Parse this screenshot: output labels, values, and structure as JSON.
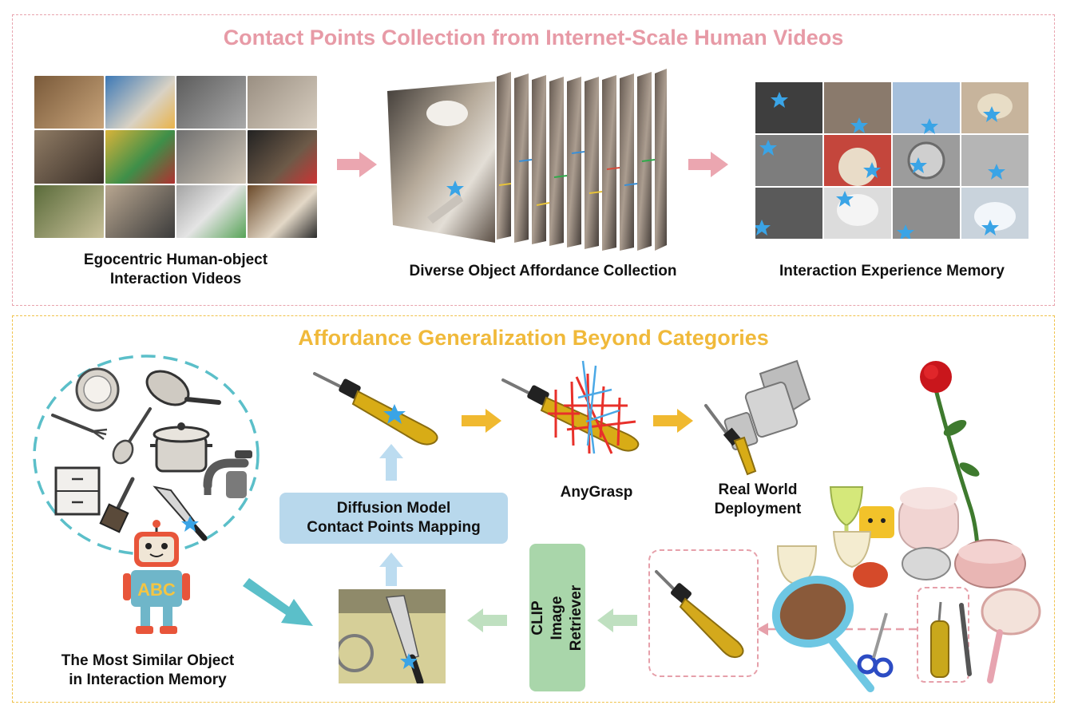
{
  "top_section": {
    "title": "Contact Points Collection from Internet-Scale Human Videos",
    "captions": {
      "videos": "Egocentric Human-object\nInteraction Videos",
      "affordance": "Diverse Object Affordance Collection",
      "memory": "Interaction Experience Memory"
    }
  },
  "bottom_section": {
    "title": "Affordance Generalization Beyond Categories",
    "labels": {
      "similar_object": "The Most Similar Object\nin Interaction Memory",
      "diffusion": "Diffusion Model\nContact Points Mapping",
      "clip": "CLIP Image\nRetriever",
      "anygrasp": "AnyGrasp",
      "real_world": "Real World\nDeployment"
    },
    "robot_text": "ABC"
  },
  "colors": {
    "pink": "#e8a3ad",
    "yellow": "#f0b93a",
    "light_blue": "#b8d8ec",
    "green": "#a9d6aa",
    "teal": "#5bbfc9",
    "star": "#3aa4e6"
  },
  "icons": [
    "star-icon",
    "arrow-right-icon",
    "arrow-up-icon",
    "arrow-left-icon",
    "screwdriver-icon",
    "robot-icon",
    "pan-icon",
    "fork-icon",
    "spoon-icon",
    "pot-icon",
    "faucet-icon",
    "drawer-icon",
    "brush-icon",
    "knife-icon",
    "rose-icon"
  ]
}
